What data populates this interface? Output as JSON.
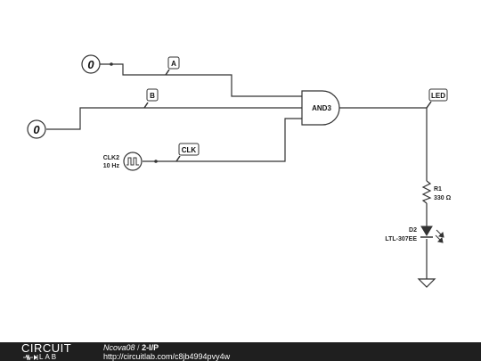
{
  "circuit": {
    "inputs": [
      {
        "id": "input-a-source",
        "state": "0"
      },
      {
        "id": "input-b-source",
        "state": "0"
      }
    ],
    "net_labels": {
      "a": "A",
      "b": "B",
      "clk": "CLK",
      "led": "LED"
    },
    "gate_label": "AND3",
    "clock": {
      "name": "CLK2",
      "freq": "10 Hz"
    },
    "resistor": {
      "ref": "R1",
      "value": "330 Ω"
    },
    "led": {
      "ref": "D2",
      "part": "LTL-307EE"
    }
  },
  "footer": {
    "logo_top": "CIRCUIT",
    "logo_bottom": "LAB",
    "author": "Ncova08",
    "separator": "/",
    "title": "2-I/P",
    "url": "http://circuitlab.com/c8jb4994pvy4w"
  },
  "colors": {
    "wire": "#333333",
    "footer_bg": "#1f1f1f"
  }
}
